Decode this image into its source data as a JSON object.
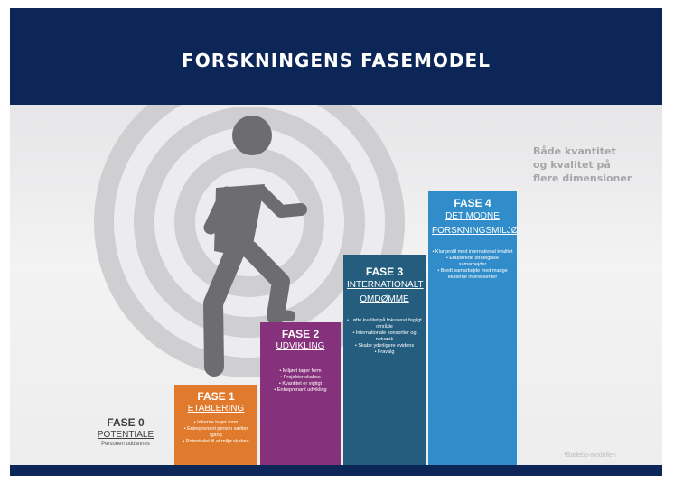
{
  "header": {
    "title": "FORSKNINGENS FASEMODEL"
  },
  "tagline": "Både kvantitet og kvalitet på flere dimensioner",
  "credit": "*Barlebo-modellen",
  "phases": [
    {
      "phase": "FASE 0",
      "name": "POTENTIALE",
      "subtitle": "Personen uddannes",
      "items": []
    },
    {
      "phase": "FASE 1",
      "name": "ETABLERING",
      "items": [
        "Idéerne tager form",
        "Entreprenant person sætter igang",
        "Potentialet til at miljø skabes"
      ]
    },
    {
      "phase": "FASE 2",
      "name": "UDVIKLING",
      "items": [
        "Miljøet tager form",
        "Projekter skabes",
        "Kvantitet er vigtigt",
        "Entreprenant udvikling"
      ]
    },
    {
      "phase": "FASE 3",
      "name": "INTERNATIONALT OMDØMME",
      "items": [
        "Løfte kvalitet på fokuseret fagligt område",
        "Internationale konsortier og netværk",
        "Skabe yderligere evidens",
        "Fravalg"
      ]
    },
    {
      "phase": "FASE 4",
      "name": "DET MODNE FORSKNINGSMILJØ",
      "items": [
        "Klar profil med international kvalitet",
        "Etablerede strategiske samarbejder",
        "Bredt samarbejde med mange eksterne interessenter"
      ]
    }
  ],
  "colors": {
    "header": "#0b2657",
    "fase1": "#e07b2e",
    "fase2": "#86317b",
    "fase3": "#245d7e",
    "fase4": "#318dc9",
    "figure": "#6f6f72",
    "rings": "#d0d0d2"
  }
}
